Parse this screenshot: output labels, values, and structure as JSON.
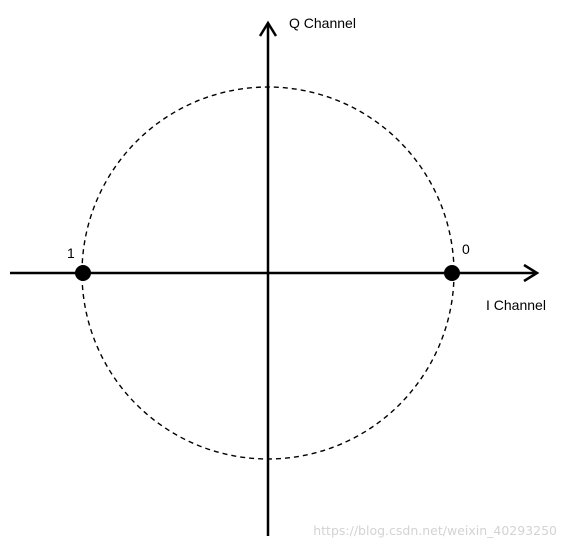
{
  "diagram": {
    "title": "",
    "axes": {
      "horizontal_label": "I Channel",
      "vertical_label": "Q Channel"
    },
    "constellation": {
      "unit_circle": "dashed",
      "points": [
        {
          "label": "0",
          "i": 1,
          "q": 0
        },
        {
          "label": "1",
          "i": -1,
          "q": 0
        }
      ]
    },
    "watermark": "https://blog.csdn.net/weixin_40293250",
    "colors": {
      "ink": "#000000",
      "watermark": "#d3d3d3",
      "background": "#ffffff"
    }
  }
}
